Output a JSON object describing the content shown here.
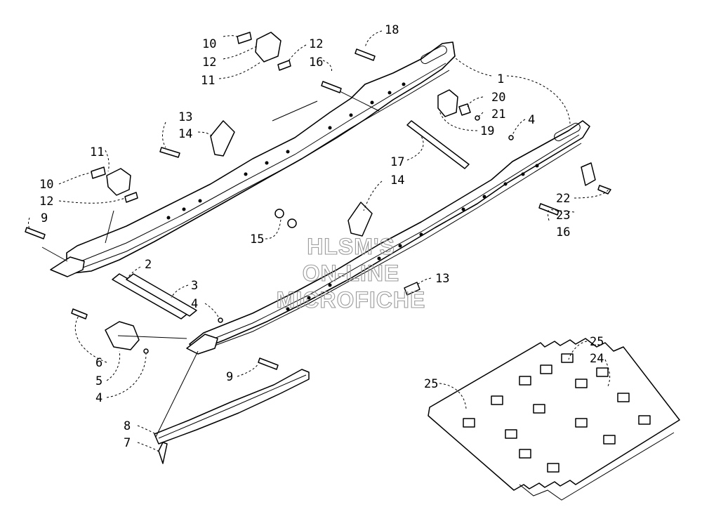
{
  "callouts": [
    {
      "id": "c10a",
      "label": "10"
    },
    {
      "id": "c12a",
      "label": "12"
    },
    {
      "id": "c11a",
      "label": "11"
    },
    {
      "id": "c12b",
      "label": "12"
    },
    {
      "id": "c16a",
      "label": "16"
    },
    {
      "id": "c18",
      "label": "18"
    },
    {
      "id": "c1",
      "label": "1"
    },
    {
      "id": "c20",
      "label": "20"
    },
    {
      "id": "c21",
      "label": "21"
    },
    {
      "id": "c19",
      "label": "19"
    },
    {
      "id": "c13a",
      "label": "13"
    },
    {
      "id": "c14a",
      "label": "14"
    },
    {
      "id": "c4a",
      "label": "4"
    },
    {
      "id": "c11b",
      "label": "11"
    },
    {
      "id": "c10b",
      "label": "10"
    },
    {
      "id": "c12c",
      "label": "12"
    },
    {
      "id": "c17",
      "label": "17"
    },
    {
      "id": "c14b",
      "label": "14"
    },
    {
      "id": "c9a",
      "label": "9"
    },
    {
      "id": "c22",
      "label": "22"
    },
    {
      "id": "c23",
      "label": "23"
    },
    {
      "id": "c16b",
      "label": "16"
    },
    {
      "id": "c15",
      "label": "15"
    },
    {
      "id": "c2",
      "label": "2"
    },
    {
      "id": "c3",
      "label": "3"
    },
    {
      "id": "c13b",
      "label": "13"
    },
    {
      "id": "c4b",
      "label": "4"
    },
    {
      "id": "c6",
      "label": "6"
    },
    {
      "id": "c5",
      "label": "5"
    },
    {
      "id": "c4c",
      "label": "4"
    },
    {
      "id": "c9b",
      "label": "9"
    },
    {
      "id": "c25a",
      "label": "25"
    },
    {
      "id": "c24",
      "label": "24"
    },
    {
      "id": "c25b",
      "label": "25"
    },
    {
      "id": "c8",
      "label": "8"
    },
    {
      "id": "c7",
      "label": "7"
    }
  ],
  "watermark": {
    "line1": "HLSM'S",
    "line2": "ON-LINE",
    "line3": "MICROFICHE",
    "color": "#9a9a9a"
  }
}
